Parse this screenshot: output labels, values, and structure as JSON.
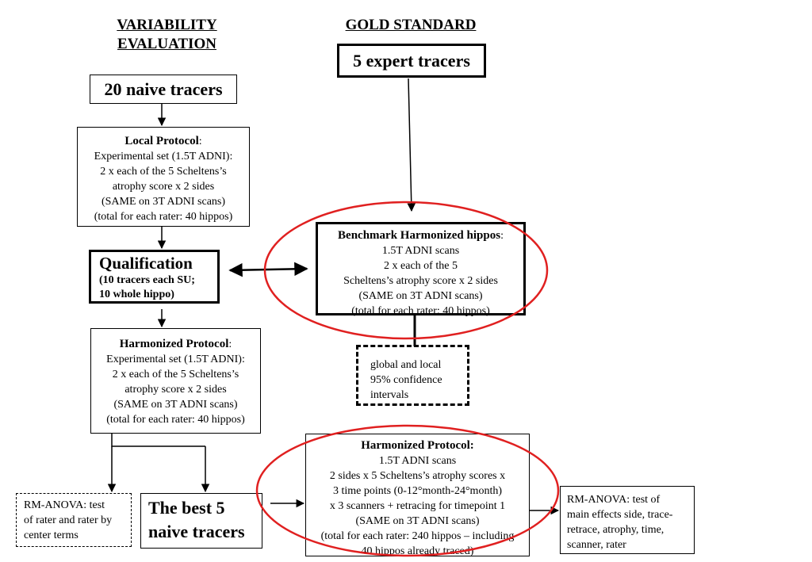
{
  "headers": {
    "variability": [
      "VARIABILITY",
      "EVALUATION"
    ],
    "gold": "GOLD STANDARD"
  },
  "boxes": {
    "naive": "20 naive tracers",
    "expert": "5 expert tracers",
    "local": {
      "title": "Local Protocol",
      "colon": ":",
      "lines": [
        "Experimental set (1.5T ADNI):",
        "2 x each of the 5 Scheltens’s",
        "atrophy score x 2 sides",
        "(SAME on 3T ADNI scans)",
        "(total for each rater: 40 hippos)"
      ]
    },
    "qualification": {
      "title": "Qualification",
      "lines": [
        "(10 tracers each SU;",
        "10 whole hippo)"
      ]
    },
    "benchmark": {
      "title": "Benchmark Harmonized hippos",
      "colon": ":",
      "lines": [
        "1.5T ADNI scans",
        "2 x each of the 5",
        "Scheltens’s atrophy score x 2 sides",
        "(SAME on 3T ADNI scans)",
        "(total for each rater: 40 hippos)"
      ]
    },
    "confidence": [
      "global and local",
      "95% confidence",
      "intervals"
    ],
    "harmonized_left": {
      "title": "Harmonized Protocol",
      "colon": ":",
      "lines": [
        "Experimental set (1.5T ADNI):",
        "2 x each of the 5 Scheltens’s",
        "atrophy score x 2 sides",
        "(SAME on 3T ADNI scans)",
        "(total for each rater: 40 hippos)"
      ]
    },
    "rm_anova_left": [
      "RM-ANOVA: test",
      "of rater and rater by",
      "center terms"
    ],
    "best5": [
      "The best 5",
      "naive tracers"
    ],
    "harmonized_main": {
      "title": "Harmonized Protocol:",
      "lines": [
        "1.5T ADNI scans",
        "2 sides x 5 Scheltens’s atrophy scores x",
        "3 time points (0-12°month-24°month)",
        "x 3 scanners + retracing for timepoint 1",
        "(SAME on 3T ADNI scans)",
        "(total for each rater: 240 hippos – including",
        "40 hippos already traced)"
      ]
    },
    "rm_anova_right": [
      "RM-ANOVA: test of",
      "main effects side, trace-",
      "retrace, atrophy, time,",
      "scanner, rater"
    ]
  },
  "colors": {
    "ellipse": "#e02020",
    "line": "#000000"
  }
}
